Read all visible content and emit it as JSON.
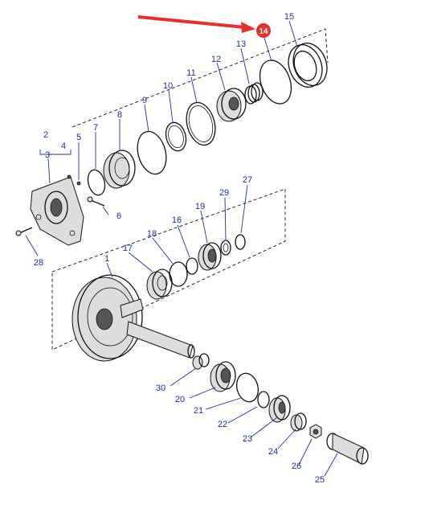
{
  "colors": {
    "callout": "#1b2fa0",
    "highlight": "#e8302a",
    "arrow": "#e8302a"
  },
  "highlight": {
    "label": "14"
  },
  "callouts": {
    "c1": "1",
    "c2": "2",
    "c3": "3",
    "c4": "4",
    "c5": "5",
    "c6": "6",
    "c7": "7",
    "c8": "8",
    "c9": "9",
    "c10": "10",
    "c11": "11",
    "c12": "12",
    "c13": "13",
    "c15": "15",
    "c16": "16",
    "c17": "17",
    "c18": "18",
    "c19": "19",
    "c20": "20",
    "c21": "21",
    "c22": "22",
    "c23": "23",
    "c24": "24",
    "c25": "25",
    "c26": "26",
    "c27": "27",
    "c28": "28",
    "c29": "29",
    "c30": "30"
  }
}
